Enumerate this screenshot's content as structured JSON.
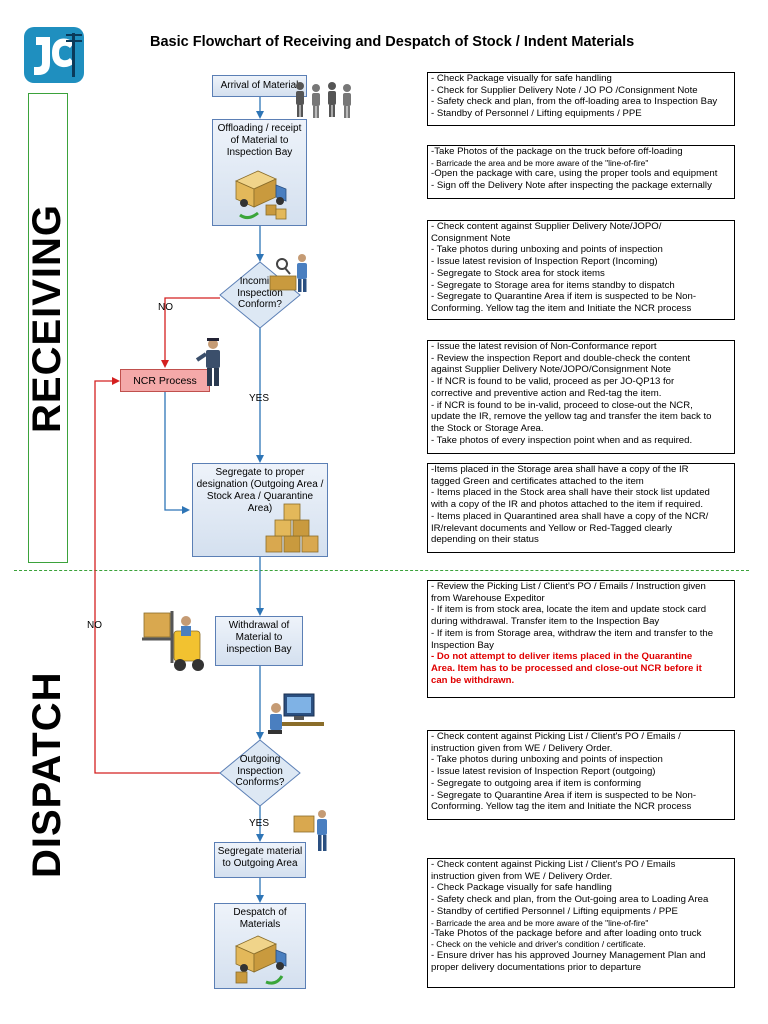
{
  "title": "Basic Flowchart of Receiving and Despatch of Stock / Indent Materials",
  "lanes": {
    "receiving": "RECEIVING",
    "dispatch": "DISPATCH"
  },
  "steps": {
    "arrival": "Arrival of Material",
    "offloading": [
      "Offloading / receipt",
      "of Material to",
      "Inspection Bay"
    ],
    "incoming": [
      "Incoming",
      "Inspection",
      "Conform?"
    ],
    "ncr": "NCR Process",
    "segregate": [
      "Segregate to proper",
      "designation (Outgoing Area /",
      "Stock Area / Quarantine",
      "Area)"
    ],
    "withdrawal": [
      "Withdrawal of",
      "Material to",
      "inspection Bay"
    ],
    "outgoing": [
      "Outgoing",
      "Inspection",
      "Conforms?"
    ],
    "segregate_out": [
      "Segregate material",
      "to Outgoing Area"
    ],
    "despatch": [
      "Despatch of",
      "Materials"
    ]
  },
  "labels": {
    "no1": "NO",
    "yes1": "YES",
    "no2": "NO",
    "yes2": "YES"
  },
  "notes": {
    "n1": [
      "- Check Package visually for safe handling",
      "- Check for Supplier Delivery Note / JO PO /Consignment Note",
      "- Safety check and plan, from the off-loading area to Inspection Bay",
      "- Standby of Personnel / Lifting equipments / PPE"
    ],
    "n2": [
      "-Take Photos of the package on the truck before off-loading",
      "- Barricade the area and be more aware of the \"line-of-fire\"",
      "-Open the package with care, using the proper tools and equipment",
      "- Sign off the Delivery Note after inspecting the package externally"
    ],
    "n3": [
      "- Check content against Supplier Delivery Note/JOPO/",
      "Consignment Note",
      "- Take photos during unboxing and points of inspection",
      "- Issue latest revision of Inspection Report (Incoming)",
      "- Segregate to Stock area for stock items",
      "- Segregate to Storage area for items standby to dispatch",
      "- Segregate to Quarantine Area if item is suspected to be Non-",
      "Conforming. Yellow tag the item and Initiate the NCR process"
    ],
    "n4": [
      "- Issue the latest revision of Non-Conformance report",
      " - Review the inspection Report and double-check the content",
      "against Supplier Delivery Note/JOPO/Consignment Note",
      "- If NCR is found to be valid, proceed as per JO-QP13 for",
      "corrective and preventive action and Red-tag the item.",
      "- if NCR is found to be in-valid, proceed to close-out the NCR,",
      "update the IR, remove the yellow tag and transfer the item back to",
      "the Stock or Storage Area.",
      "- Take photos of every inspection point when and as required."
    ],
    "n5": [
      "-Items placed in the Storage area shall have a copy of the IR",
      "tagged Green and certificates attached to the item",
      "- Items placed in the Stock area shall have their stock list updated",
      "with a copy of the IR and photos attached to the item if required.",
      "- Items placed in Quarantined area shall have a copy of the NCR/",
      "IR/relevant documents and Yellow or Red-Tagged clearly",
      "depending on their status"
    ],
    "n6": [
      "- Review the Picking List / Client's PO / Emails / Instruction given",
      "from Warehouse Expeditor",
      "- If item is from stock area, locate the item and update stock card",
      "during withdrawal. Transfer item to the Inspection Bay",
      "- If item is from Storage area, withdraw the item and transfer to the",
      "Inspection Bay"
    ],
    "n6_warning": [
      "- Do not attempt to deliver items placed in the Quarantine",
      "Area. Item has to be processed and close-out NCR before it",
      "can be withdrawn."
    ],
    "n7": [
      "- Check content against Picking List / Client's PO / Emails /",
      "instruction given from WE / Delivery Order.",
      "- Take photos during unboxing and points of inspection",
      "- Issue latest revision of Inspection Report (outgoing)",
      "- Segregate to outgoing area if item is conforming",
      "- Segregate to Quarantine Area if item is suspected to be Non-",
      "Conforming. Yellow tag the item and Initiate the NCR process"
    ],
    "n8": [
      "- Check content against Picking List / Client's PO / Emails",
      "instruction given from WE / Delivery Order.",
      "- Check Package visually for safe handling",
      "- Safety check and plan, from the Out-going area to Loading Area",
      "- Standby of certified Personnel / Lifting equipments / PPE",
      "- Barricade the area and be more aware of the \"line-of-fire\"",
      "-Take Photos of the package before and after loading onto truck",
      "- Check on the vehicle and driver's condition / certificate.",
      "- Ensure driver has his approved Journey Management Plan and",
      "proper delivery documentations prior to departure"
    ]
  },
  "colors": {
    "lane_border": "#3ba23b",
    "arrow_blue": "#2e75b6",
    "arrow_red": "#d42020",
    "ncr_fill": "#f4a9a9",
    "warning_text": "#e00000"
  },
  "icons": [
    "logo-icon",
    "workers-icon",
    "truck-icon",
    "inspector-icon",
    "guard-icon",
    "boxes-icon",
    "forklift-icon",
    "computer-worker-icon",
    "box-carrier-icon",
    "truck-loading-icon"
  ]
}
